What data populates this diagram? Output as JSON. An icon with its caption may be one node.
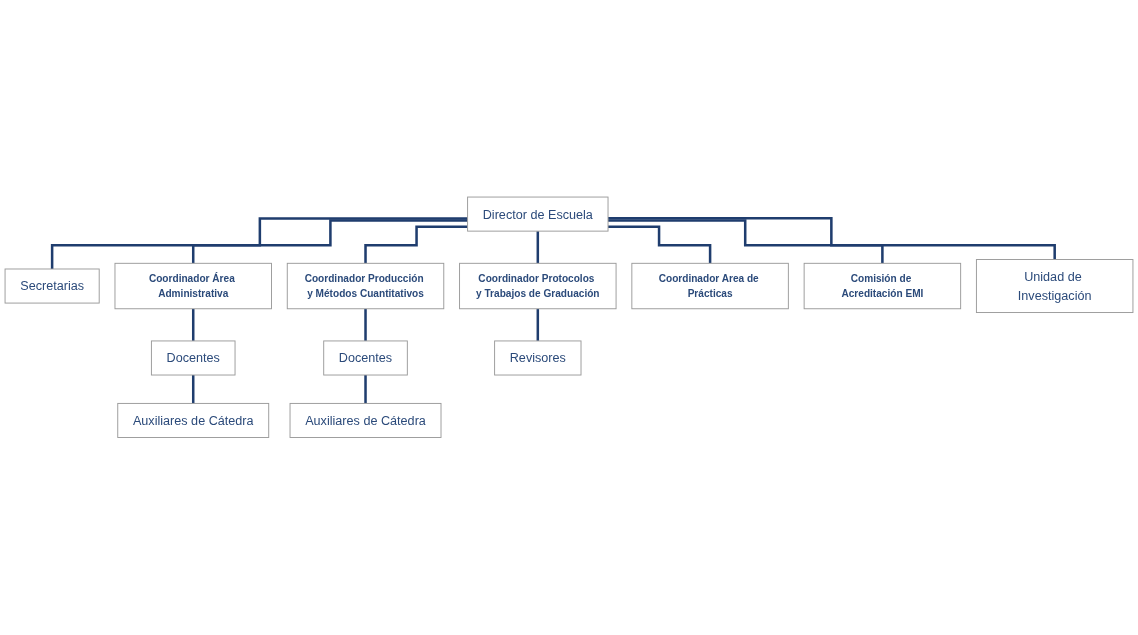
{
  "diagram": {
    "nodes": [
      {
        "text": [
          "Director de Escuela"
        ]
      },
      {
        "text": [
          "Secretarias"
        ]
      },
      {
        "text": [
          "Coordinador Área Administrativa"
        ]
      },
      {
        "text": [
          "Coordinador Producción y Métodos Cuantitativos"
        ]
      },
      {
        "text": [
          "Coordinador Protocolos y Trabajos de Graduación"
        ]
      },
      {
        "text": [
          "Coordinador Area de Prácticas"
        ]
      },
      {
        "text": [
          "Comisión de Acreditación EMI"
        ]
      },
      {
        "text": [
          "Unidad de Investigación"
        ]
      },
      {
        "text": [
          "Docentes"
        ]
      },
      {
        "text": [
          "Auxiliares de Cátedra"
        ]
      },
      {
        "text": [
          "Docentes"
        ]
      },
      {
        "text": [
          "Auxiliares de Cátedra"
        ]
      },
      {
        "text": [
          "Revisores"
        ]
      }
    ],
    "edges": [
      {
        "from": 0,
        "to": 1,
        "arrow": "none"
      },
      {
        "from": 0,
        "to": 2,
        "arrow": "none"
      },
      {
        "from": 0,
        "to": 3,
        "arrow": "none"
      },
      {
        "from": 0,
        "to": 4,
        "arrow": "none"
      },
      {
        "from": 0,
        "to": 5,
        "arrow": "none"
      },
      {
        "from": 0,
        "to": 6,
        "arrow": "none"
      },
      {
        "from": 0,
        "to": 7,
        "arrow": "none"
      },
      {
        "from": 2,
        "to": 8,
        "arrow": "none"
      },
      {
        "from": 8,
        "to": 9,
        "arrow": "none"
      },
      {
        "from": 3,
        "to": 10,
        "arrow": "none"
      },
      {
        "from": 10,
        "to": 11,
        "arrow": "none"
      },
      {
        "from": 4,
        "to": 12,
        "arrow": "none"
      }
    ]
  }
}
